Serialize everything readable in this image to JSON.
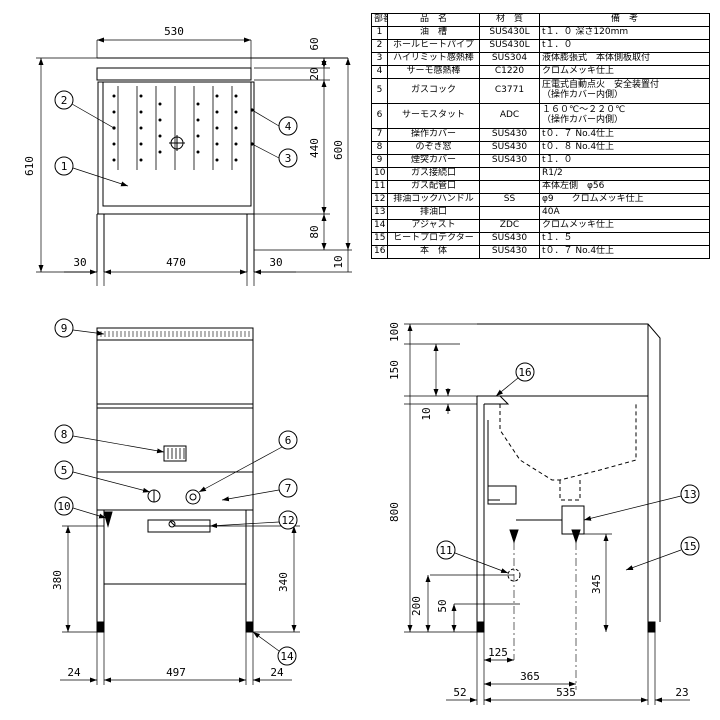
{
  "parts_table": {
    "headers": {
      "no": "部番",
      "name": "品　名",
      "material": "材　質",
      "note": "備　考"
    },
    "rows": [
      {
        "no": "1",
        "name": "油　槽",
        "material": "SUS430L",
        "note": "t１．０ 深さ120mm"
      },
      {
        "no": "2",
        "name": "ホールヒートパイプ",
        "material": "SUS430L",
        "note": "t１．０"
      },
      {
        "no": "3",
        "name": "ハイリミット感熱棒",
        "material": "SUS304",
        "note": "液体膨張式　本体側板取付"
      },
      {
        "no": "4",
        "name": "サーモ感熱棒",
        "material": "C1220",
        "note": "クロムメッキ仕上"
      },
      {
        "no": "5",
        "name": "ガスコック",
        "material": "C3771",
        "note": "圧電式自動点火　安全装置付\n（操作カバー内側）"
      },
      {
        "no": "6",
        "name": "サーモスタット",
        "material": "ADC",
        "note": "１６０℃～２２０℃\n（操作カバー内側）"
      },
      {
        "no": "7",
        "name": "操作カバー",
        "material": "SUS430",
        "note": "t０．７ No.4仕上"
      },
      {
        "no": "8",
        "name": "のぞき窓",
        "material": "SUS430",
        "note": "t０．８ No.4仕上"
      },
      {
        "no": "9",
        "name": "煙突カバー",
        "material": "SUS430",
        "note": "t１．０"
      },
      {
        "no": "10",
        "name": "ガス接続口",
        "material": "",
        "note": "R1/2"
      },
      {
        "no": "11",
        "name": "ガス配管口",
        "material": "",
        "note": "本体左側　φ56"
      },
      {
        "no": "12",
        "name": "排油コックハンドル",
        "material": "SS",
        "note": "φ9　　クロムメッキ仕上"
      },
      {
        "no": "13",
        "name": "排油口",
        "material": "",
        "note": "40A"
      },
      {
        "no": "14",
        "name": "アジャスト",
        "material": "ZDC",
        "note": "クロムメッキ仕上"
      },
      {
        "no": "15",
        "name": "ヒートプロテクター",
        "material": "SUS430",
        "note": "t１．５"
      },
      {
        "no": "16",
        "name": "本　体",
        "material": "SUS430",
        "note": "t０．７ No.4仕上"
      }
    ]
  },
  "top_view": {
    "dims": {
      "overall_width": "530",
      "height_total": "610",
      "rim": "60",
      "lip": "20",
      "tank_height": "440",
      "overall_height": "600",
      "base": "80",
      "leg": "10",
      "left_margin": "30",
      "inner_width": "470",
      "right_margin": "30"
    },
    "bubbles": [
      "1",
      "2",
      "3",
      "4"
    ]
  },
  "front_view": {
    "dims": {
      "left": "24",
      "width": "497",
      "right": "24",
      "gas_inlet_height": "380",
      "drain_height": "340"
    },
    "bubbles": [
      "5",
      "6",
      "7",
      "8",
      "9",
      "10",
      "12",
      "14"
    ]
  },
  "side_view": {
    "dims": {
      "top": "100",
      "upper": "150",
      "protector": "10",
      "total_height": "800",
      "pipe_height": "200",
      "pipe_offset": "50",
      "drain_height": "345",
      "pipe_x": "125",
      "drain_x": "365",
      "left": "52",
      "depth": "535",
      "right": "23"
    },
    "bubbles": [
      "11",
      "13",
      "15",
      "16"
    ]
  }
}
